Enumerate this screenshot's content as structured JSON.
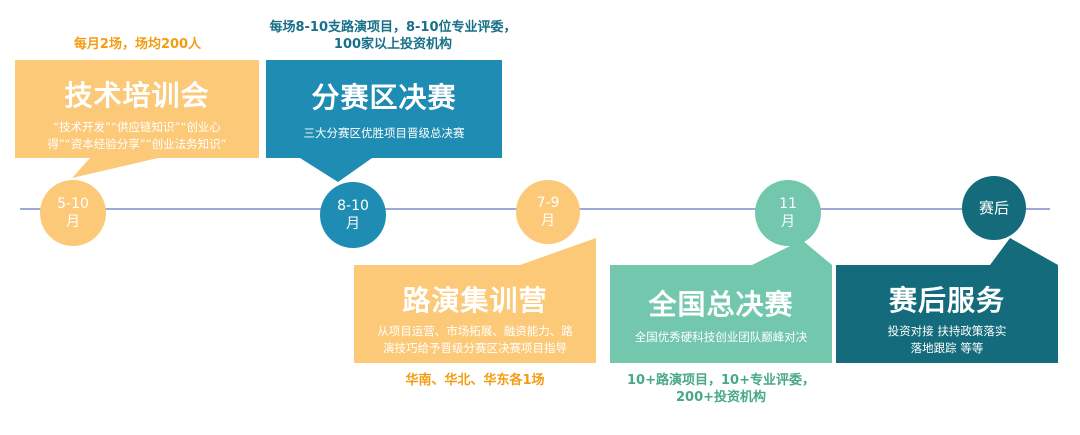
{
  "colors": {
    "orange": "#fbc978",
    "orange_text": "#f39c12",
    "blue": "#1f8cb3",
    "blue_dark": "#176f88",
    "green": "#72c7ad",
    "green_text": "#48a987",
    "teal_dark": "#136b7b",
    "line": "#9fa9d6"
  },
  "stages": [
    {
      "id": "training",
      "note": "每月2场，场均200人",
      "title": "技术培训会",
      "sub_lines": [
        "“技术开发”“供应链知识”“创业心",
        "得”“资本经验分享”“创业法务知识”"
      ],
      "marker": "5-10\n月"
    },
    {
      "id": "regional-final",
      "note_lines": [
        "每场8-10支路演项目，8-10位专业评委，",
        "100家以上投资机构"
      ],
      "title": "分赛区决赛",
      "sub_lines": [
        "三大分赛区优胜项目晋级总决赛"
      ],
      "marker": "8-10\n月"
    },
    {
      "id": "roadshow-camp",
      "note": "华南、华北、华东各1场",
      "title": "路演集训营",
      "sub_lines": [
        "从项目运营、市场拓展、融资能力、路",
        "演技巧给予晋级分赛区决赛项目指导"
      ],
      "marker": "7-9\n月"
    },
    {
      "id": "national-final",
      "note_lines": [
        "10+路演项目，10+专业评委，",
        "200+投资机构"
      ],
      "title": "全国总决赛",
      "sub_lines": [
        "全国优秀硬科技创业团队巅峰对决"
      ],
      "marker": "11\n月"
    },
    {
      "id": "post-service",
      "title": "赛后服务",
      "sub_lines": [
        "投资对接  扶持政策落实",
        "落地跟踪  等等"
      ],
      "marker": "赛后"
    }
  ]
}
